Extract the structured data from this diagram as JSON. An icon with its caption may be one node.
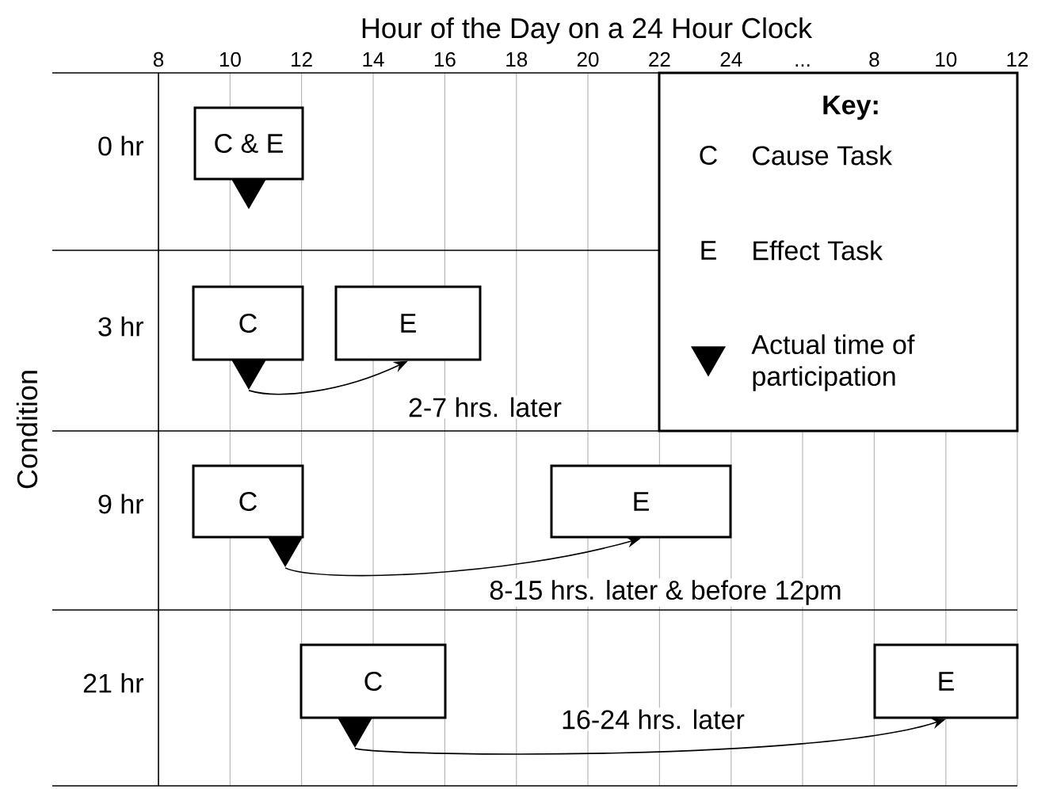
{
  "diagram": {
    "title": "Hour of the Day on a 24 Hour Clock",
    "nodes": [
      {
        "text": [
          "C & E"
        ]
      },
      {
        "text": [],
        "shape": "triangle"
      },
      {
        "text": [
          "Key:",
          "C",
          "Cause Task",
          "E",
          "Effect Task",
          "Actual time of participation"
        ]
      },
      {
        "text": [
          "C"
        ]
      },
      {
        "text": [
          "E"
        ]
      },
      {
        "text": [],
        "shape": "triangle"
      },
      {
        "text": [
          "C"
        ]
      },
      {
        "text": [
          "E"
        ]
      },
      {
        "text": [],
        "shape": "triangle"
      },
      {
        "text": [
          "C"
        ]
      },
      {
        "text": [
          "E"
        ]
      },
      {
        "text": [],
        "shape": "triangle"
      }
    ],
    "edges": [
      {
        "from": 5,
        "to": 4,
        "arrow": "to",
        "label": "2-7 hrs. later"
      },
      {
        "from": 8,
        "to": 7,
        "arrow": "to",
        "label": "8-15 hrs. later & before 12pm"
      },
      {
        "from": 11,
        "to": 10,
        "arrow": "to",
        "label": "16-24 hrs. later"
      }
    ],
    "labels": [
      "8",
      "10",
      "12",
      "14",
      "16",
      "18",
      "20",
      "22",
      "24",
      "...",
      "8",
      "10",
      "12",
      "0 hr",
      "3 hr",
      "Condition",
      "9 hr",
      "21 hr"
    ]
  }
}
